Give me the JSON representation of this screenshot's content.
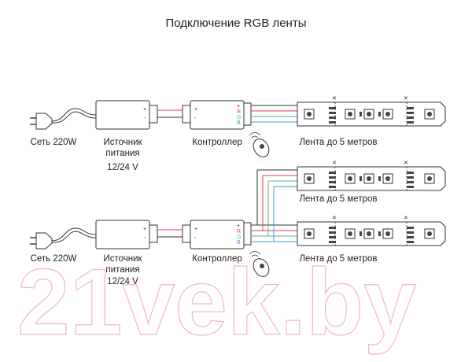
{
  "title": "Подключение RGB ленты",
  "labels": {
    "mains": "Сеть 220W",
    "psu_line1": "Источник",
    "psu_line2": "питания",
    "psu_voltage": "12/24 V",
    "controller": "Контроллер",
    "strip": "Лента до 5 метров"
  },
  "terminals": {
    "plus": "+",
    "minus": "-",
    "r": "R",
    "g": "G",
    "b": "B"
  },
  "watermark": "21vek.by",
  "colors": {
    "line": "#333333",
    "wire_red": "#e2434b",
    "wire_green": "#52b788",
    "wire_blue": "#4f8fe0",
    "led_pad": "#444444",
    "watermark": "#f2b8bd"
  }
}
